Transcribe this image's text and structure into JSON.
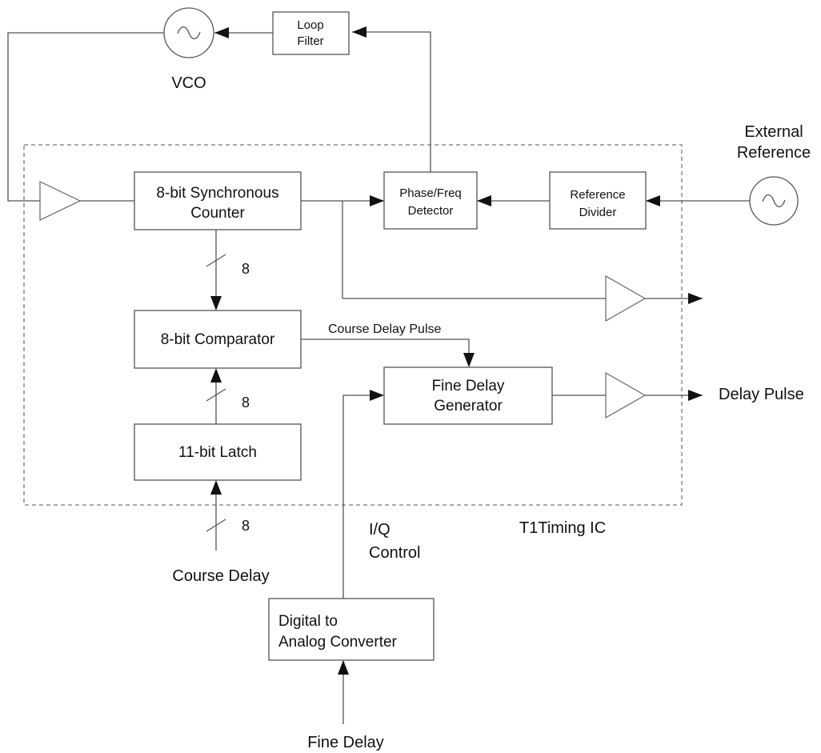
{
  "blocks": {
    "loop_filter": [
      "Loop",
      "Filter"
    ],
    "vco_label": "VCO",
    "external_reference": [
      "External",
      "Reference"
    ],
    "sync_counter": [
      "8-bit Synchronous",
      "Counter"
    ],
    "phase_detector": [
      "Phase/Freq",
      "Detector"
    ],
    "reference_divider": [
      "Reference",
      "Divider"
    ],
    "comparator": "8-bit Comparator",
    "latch": "11-bit Latch",
    "fine_delay_generator": [
      "Fine Delay",
      "Generator"
    ],
    "dac": [
      "Digital to",
      "Analog Converter"
    ]
  },
  "labels": {
    "bus_width_counter": "8",
    "bus_width_latch": "8",
    "bus_width_input": "8",
    "course_delay_pulse": "Course Delay Pulse",
    "delay_pulse": "Delay Pulse",
    "iq_control": [
      "I/Q",
      "Control"
    ],
    "chip_name": "T1Timing IC",
    "course_delay": "Course Delay",
    "fine_delay": "Fine Delay"
  }
}
